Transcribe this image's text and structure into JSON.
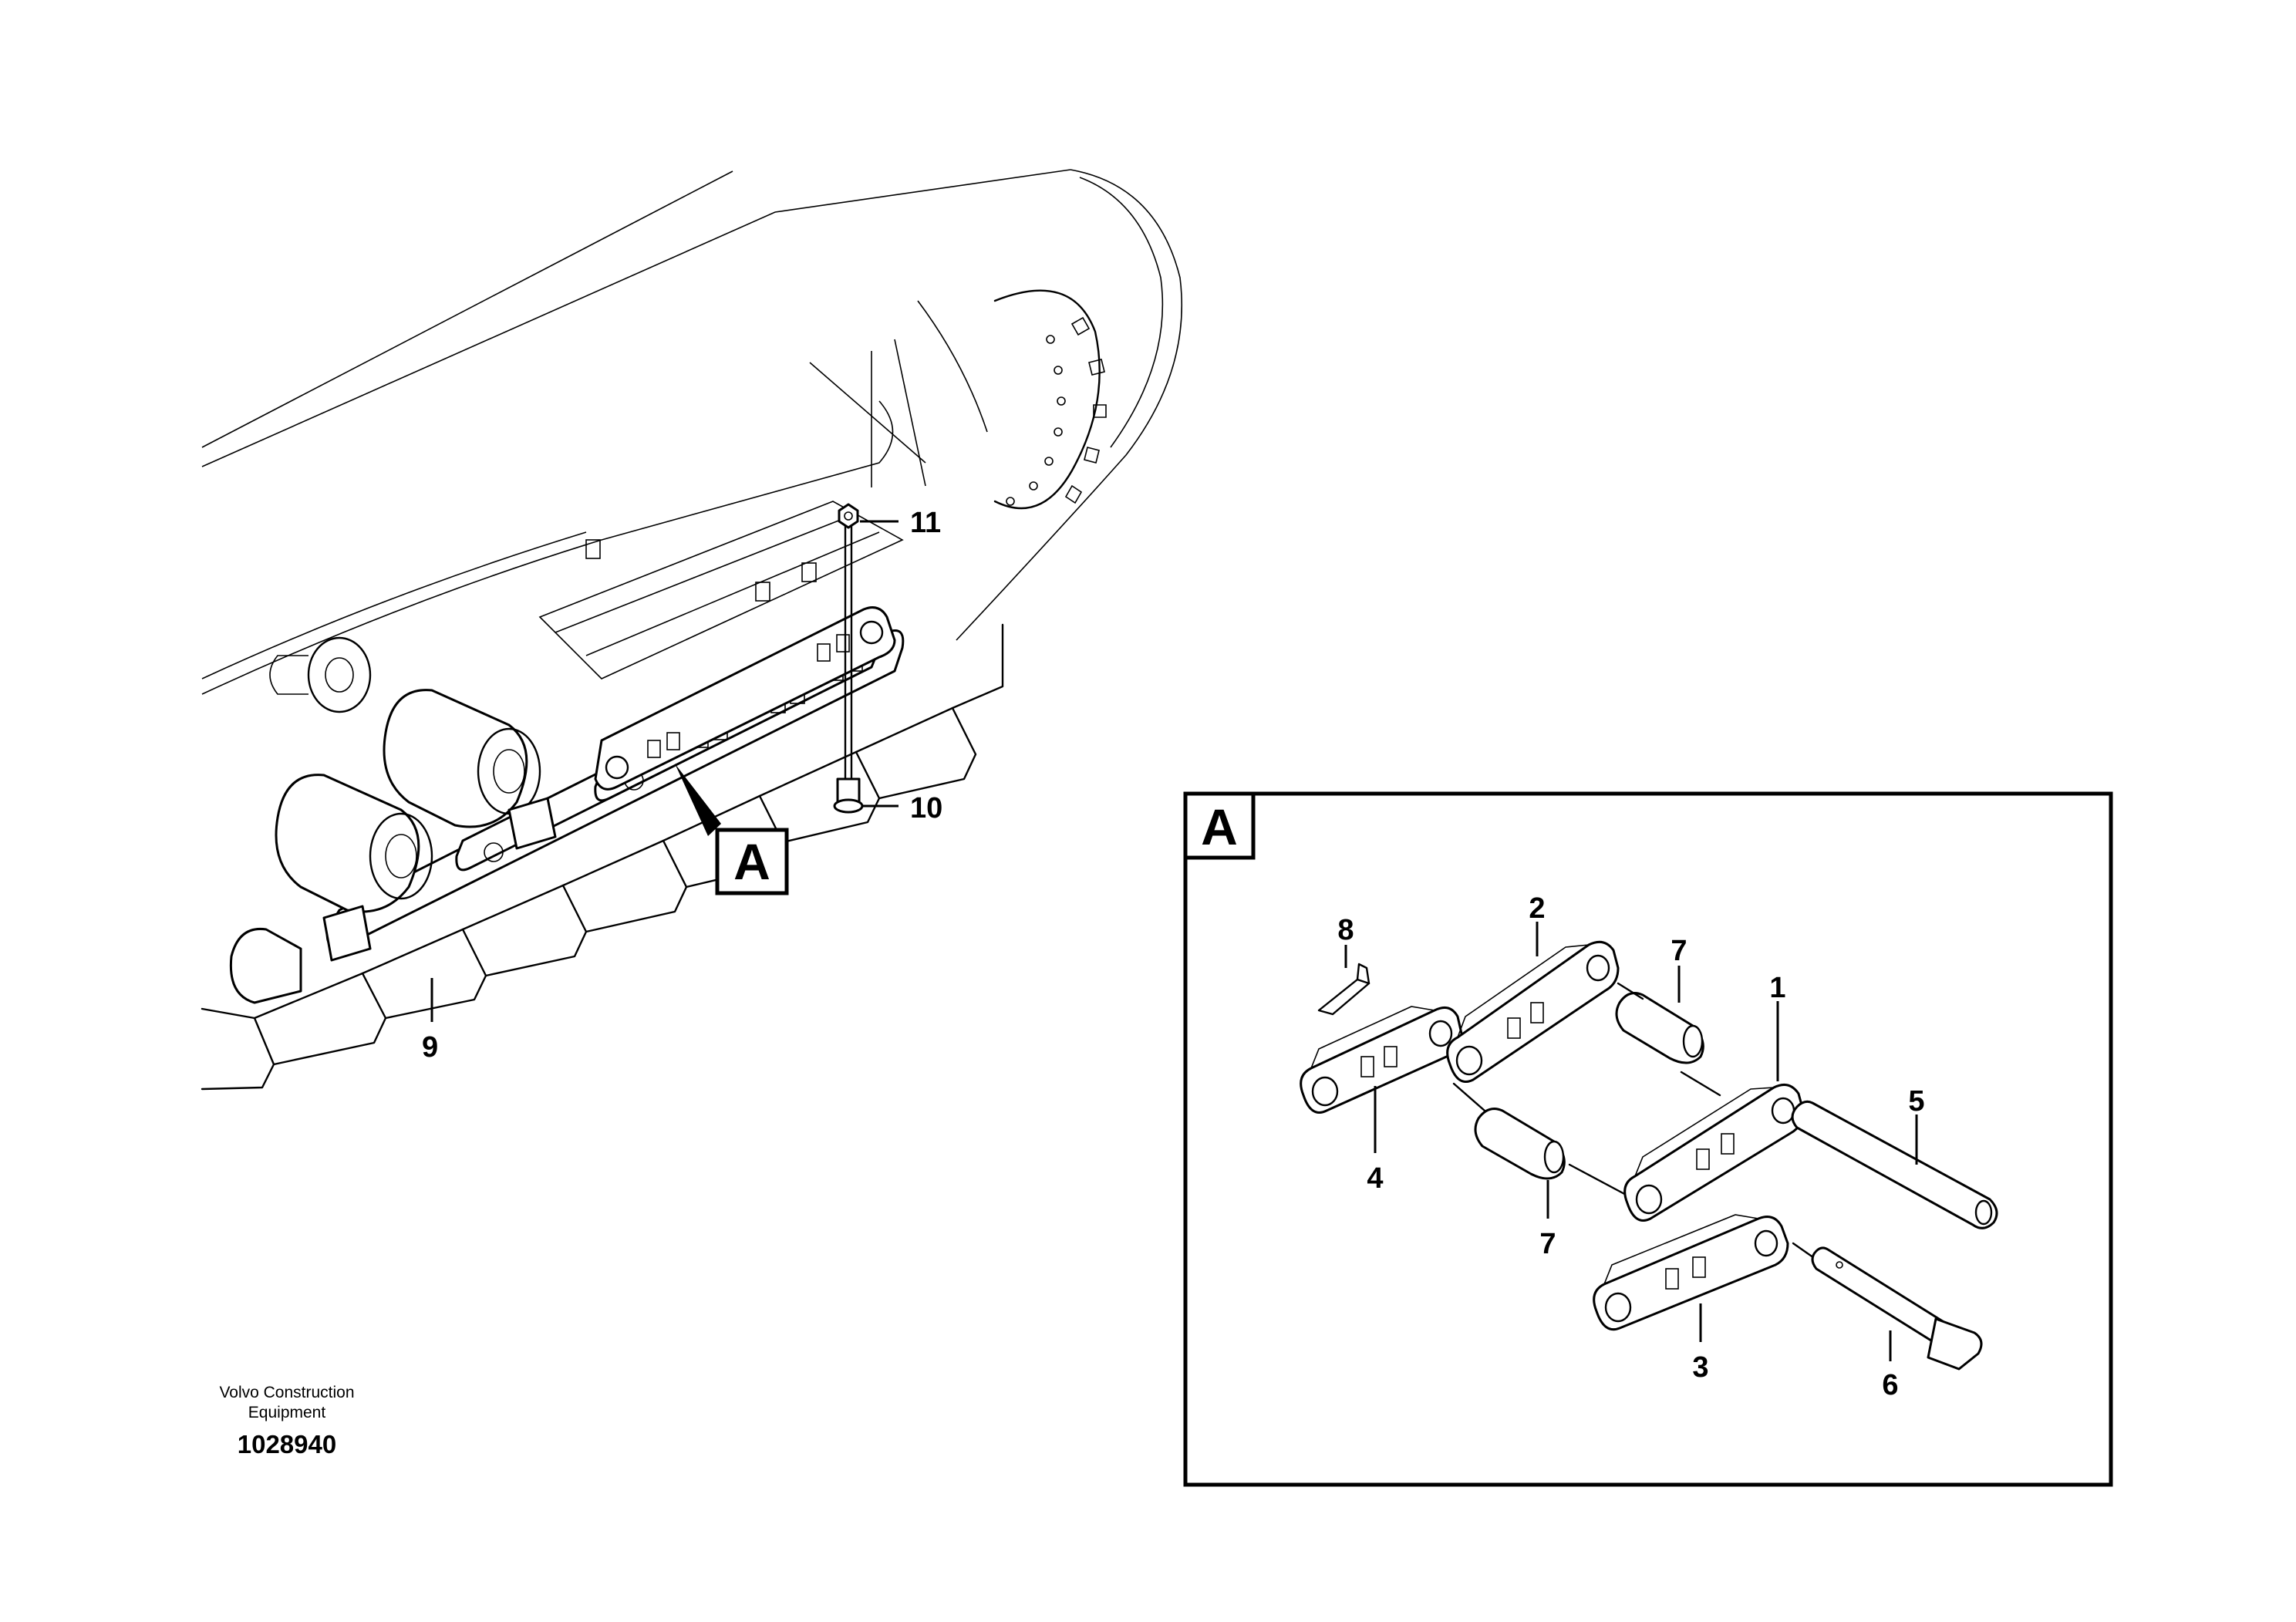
{
  "callouts": {
    "c1": "1",
    "c2": "2",
    "c3": "3",
    "c4": "4",
    "c5": "5",
    "c6": "6",
    "c7a": "7",
    "c7b": "7",
    "c8": "8",
    "c9": "9",
    "c10": "10",
    "c11": "11"
  },
  "detail_letter_main": "A",
  "detail_letter_box": "A",
  "footer": {
    "company_line1": "Volvo Construction",
    "company_line2": "Equipment",
    "drawing_number": "1028940"
  }
}
